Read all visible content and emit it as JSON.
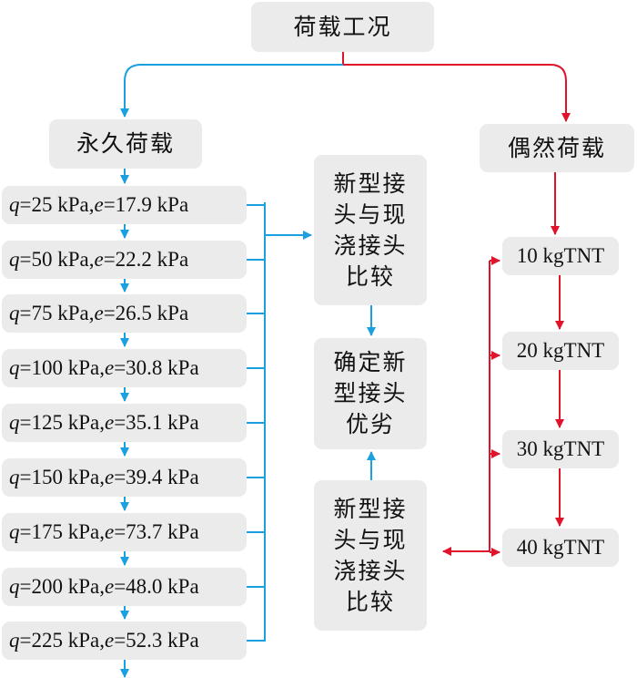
{
  "colors": {
    "blue": "#1a9fe0",
    "red": "#e0132b",
    "box": "#ebebeb"
  },
  "top": {
    "label": "荷载工况"
  },
  "permanent": {
    "label": "永久荷载"
  },
  "accidental": {
    "label": "偶然荷载"
  },
  "loads": [
    {
      "q": "=25 kPa, ",
      "e": "=17.9 kPa"
    },
    {
      "q": "=50 kPa, ",
      "e": "=22.2 kPa"
    },
    {
      "q": "=75 kPa, ",
      "e": "=26.5 kPa"
    },
    {
      "q": "=100 kPa, ",
      "e": "=30.8 kPa"
    },
    {
      "q": "=125 kPa, ",
      "e": "=35.1 kPa"
    },
    {
      "q": "=150 kPa, ",
      "e": "=39.4 kPa"
    },
    {
      "q": "=175 kPa, ",
      "e": "=73.7 kPa"
    },
    {
      "q": "=200 kPa, ",
      "e": "=48.0 kPa"
    },
    {
      "q": "=225 kPa, ",
      "e": "=52.3 kPa"
    }
  ],
  "vars": {
    "q": "q",
    "e": "e"
  },
  "compare1": {
    "lines": [
      "新型接",
      "头与现",
      "浇接头",
      "比较"
    ]
  },
  "determine": {
    "lines": [
      "确定新",
      "型接头",
      "优劣"
    ]
  },
  "compare2": {
    "lines": [
      "新型接",
      "头与现",
      "浇接头",
      "比较"
    ]
  },
  "tnt": [
    "10 kgTNT",
    "20 kgTNT",
    "30 kgTNT",
    "40 kgTNT"
  ]
}
